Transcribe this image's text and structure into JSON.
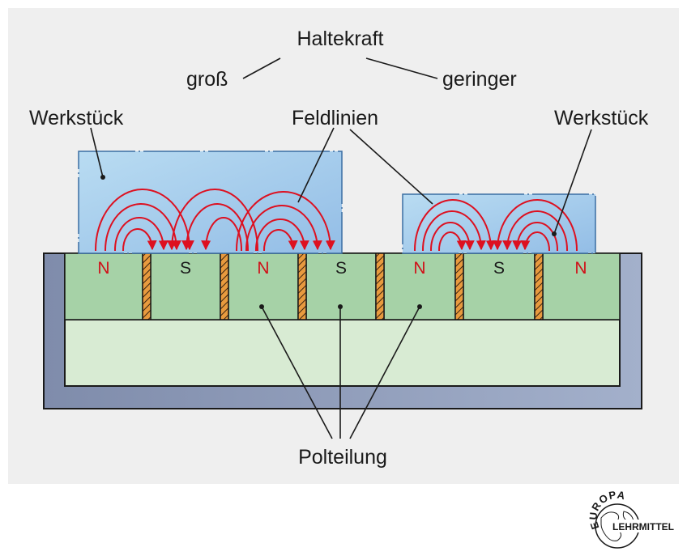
{
  "labels": {
    "haltekraft": "Haltekraft",
    "gross": "groß",
    "geringer": "geringer",
    "werkstueck_left": "Werkstück",
    "werkstueck_right": "Werkstück",
    "feldlinien": "Feldlinien",
    "polteilung": "Polteilung"
  },
  "poles": [
    "N",
    "S",
    "N",
    "S",
    "N",
    "S",
    "N"
  ],
  "logo": {
    "top": "EUROPA",
    "bottom": "LEHRMITTEL"
  },
  "colors": {
    "panel": "#efefef",
    "workpiece": "#a7cdea",
    "magnet_block": "#a6d2a7",
    "base_plate": "#d8ebd3",
    "housing": "#8e9bb8",
    "spacer": "#e89a3e",
    "field_lines": "#dd1020",
    "north_label": "#d01018",
    "south_label": "#1a1a1a"
  }
}
